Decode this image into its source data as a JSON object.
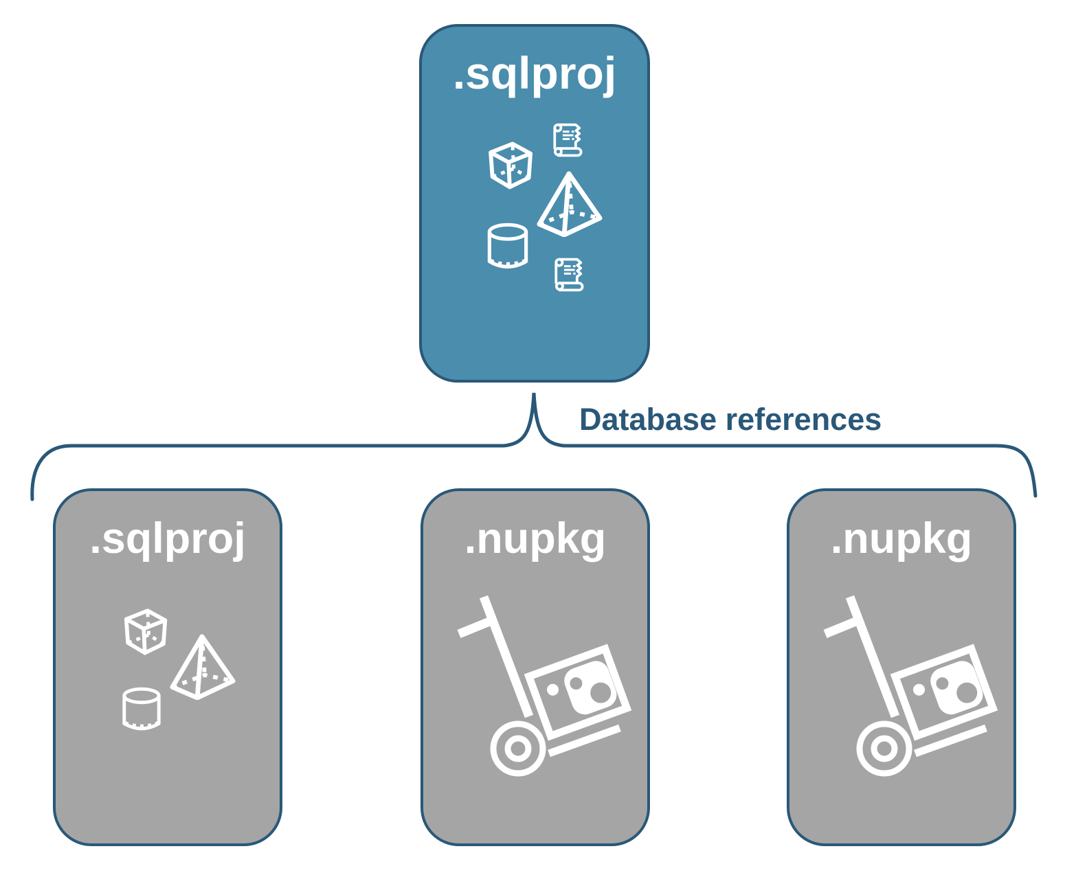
{
  "diagram": {
    "root_box": {
      "label": ".sqlproj",
      "icons": [
        "cube-icon",
        "scroll-icon",
        "pyramid-icon",
        "cylinder-icon",
        "scroll-icon"
      ]
    },
    "connector": {
      "label": "Database references"
    },
    "children": [
      {
        "label": ".sqlproj",
        "icons": [
          "cube-icon",
          "pyramid-icon",
          "cylinder-icon"
        ]
      },
      {
        "label": ".nupkg",
        "icons": [
          "package-dolly-icon"
        ]
      },
      {
        "label": ".nupkg",
        "icons": [
          "package-dolly-icon"
        ]
      }
    ],
    "colors": {
      "root_fill": "#4A8DAD",
      "child_fill": "#A5A5A5",
      "outline": "#2A5878",
      "icon": "#FFFFFF",
      "background": "#FFFFFF"
    }
  }
}
